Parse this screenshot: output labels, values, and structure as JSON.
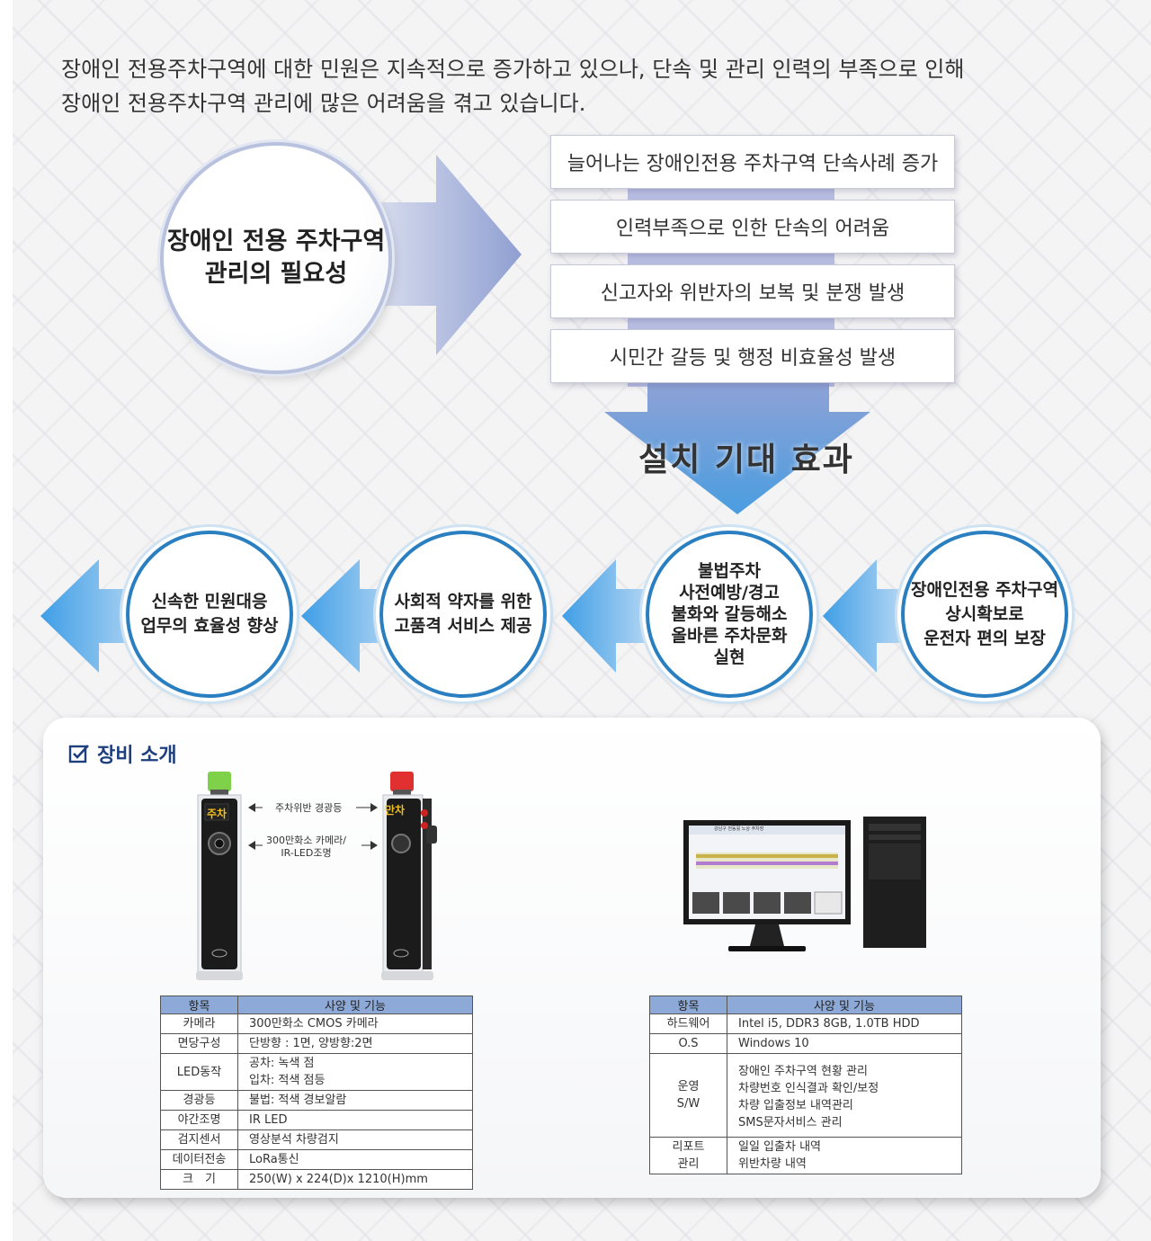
{
  "intro": {
    "line1": "장애인 전용주차구역에 대한 민원은 지속적으로 증가하고 있으나, 단속 및 관리 인력의 부족으로 인해",
    "line2": "장애인 전용주차구역 관리에 많은 어려움을 겪고 있습니다."
  },
  "need": {
    "line1": "장애인 전용 주차구역",
    "line2": "관리의 필요성"
  },
  "problems": [
    "늘어나는 장애인전용 주차구역 단속사례 증가",
    "인력부족으로 인한 단속의 어려움",
    "신고자와 위반자의 보복 및 분쟁 발생",
    "시민간 갈등 및 행정 비효율성 발생"
  ],
  "effects_title": "설치 기대 효과",
  "effects": [
    {
      "lines": [
        "장애인전용 주차구역",
        "상시확보로",
        "운전자 편의 보장"
      ]
    },
    {
      "lines": [
        "불법주차",
        "사전예방/경고",
        "불화와 갈등해소",
        "올바른 주차문화",
        "실현"
      ]
    },
    {
      "lines": [
        "사회적 약자를 위한",
        "고품격 서비스 제공"
      ]
    },
    {
      "lines": [
        "신속한 민원대응",
        "업무의 효율성 향상"
      ]
    }
  ],
  "equipment": {
    "title": "장비 소개",
    "device_labels": {
      "left_sign": "주차",
      "right_sign": "만차",
      "callout_lamp": "주차위반 경광등",
      "callout_camera_1": "300만화소 카메라/",
      "callout_camera_2": "IR-LED조명"
    },
    "monitor_title": "강남구 전동휠 노상 주차장",
    "colors": {
      "accent": "#2a7fc1",
      "header": "#8da9d7",
      "title": "#1d3f7e"
    },
    "table1": {
      "headers": [
        "항목",
        "사양 및 기능"
      ],
      "rows": [
        {
          "k": "카메라",
          "v": [
            "300만화소 CMOS 카메라"
          ]
        },
        {
          "k": "면당구성",
          "v": [
            "단방향 : 1면, 양방향:2면"
          ]
        },
        {
          "k": "LED동작",
          "v": [
            "공차: 녹색 점",
            "입차: 적색 점등"
          ]
        },
        {
          "k": "경광등",
          "v": [
            "불법: 적색 경보알람"
          ]
        },
        {
          "k": "야간조명",
          "v": [
            "IR LED"
          ]
        },
        {
          "k": "검지센서",
          "v": [
            "영상분석 차량검지"
          ]
        },
        {
          "k": "데이터전송",
          "v": [
            "LoRa통신"
          ]
        },
        {
          "k": "크　기",
          "v": [
            "250(W) x 224(D)x 1210(H)mm"
          ]
        }
      ]
    },
    "table2": {
      "headers": [
        "항목",
        "사양 및 기능"
      ],
      "rows": [
        {
          "k": "하드웨어",
          "v": [
            "Intel i5, DDR3 8GB, 1.0TB HDD"
          ]
        },
        {
          "k": "O.S",
          "v": [
            "Windows 10"
          ]
        },
        {
          "k": "운영\nS/W",
          "v": [
            "장애인 주차구역 현황 관리",
            "차량번호 인식결과 확인/보정",
            "차량 입출정보 내역관리",
            "SMS문자서비스 관리"
          ]
        },
        {
          "k": "리포트\n관리",
          "v": [
            "일일 입출차 내역",
            "위반차량 내역"
          ]
        }
      ]
    }
  }
}
